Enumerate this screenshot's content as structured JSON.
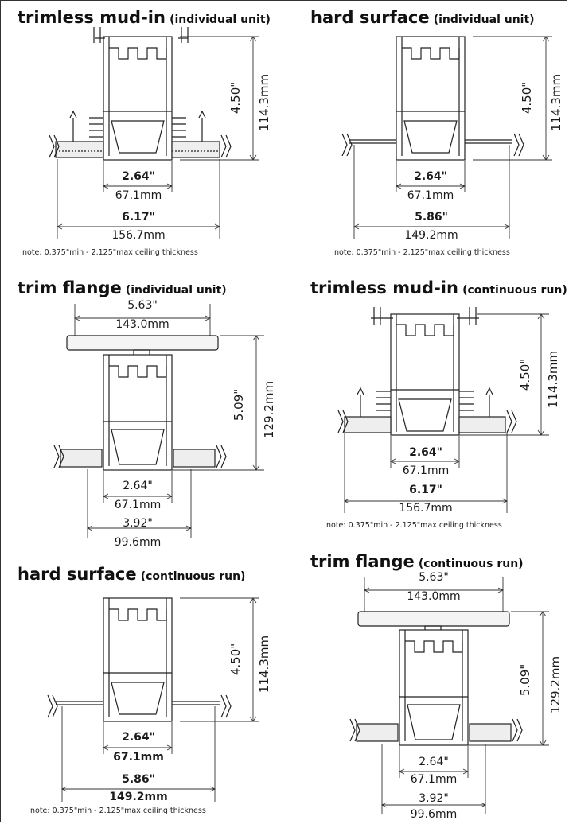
{
  "panels": [
    {
      "id": "p1",
      "title_main": "trimless mud-in",
      "title_sub": "(individual unit)",
      "height_in": "4.50\"",
      "height_mm": "114.3mm",
      "inner_in": "2.64\"",
      "inner_mm": "67.1mm",
      "outer_in": "6.17\"",
      "outer_mm": "156.7mm",
      "note": "note: 0.375\"min - 2.125\"max ceiling thickness"
    },
    {
      "id": "p2",
      "title_main": "hard surface",
      "title_sub": "(individual unit)",
      "height_in": "4.50\"",
      "height_mm": "114.3mm",
      "inner_in": "2.64\"",
      "inner_mm": "67.1mm",
      "outer_in": "5.86\"",
      "outer_mm": "149.2mm",
      "note": "note: 0.375\"min - 2.125\"max ceiling thickness"
    },
    {
      "id": "p3",
      "title_main": "trim flange",
      "title_sub": "(individual unit)",
      "flange_in": "5.63\"",
      "flange_mm": "143.0mm",
      "height_in": "5.09\"",
      "height_mm": "129.2mm",
      "inner_in": "2.64\"",
      "inner_mm": "67.1mm",
      "outer_in": "3.92\"",
      "outer_mm": "99.6mm"
    },
    {
      "id": "p4",
      "title_main": "trimless mud-in",
      "title_sub": "(continuous run)",
      "height_in": "4.50\"",
      "height_mm": "114.3mm",
      "inner_in": "2.64\"",
      "inner_mm": "67.1mm",
      "outer_in": "6.17\"",
      "outer_mm": "156.7mm",
      "note": "note: 0.375\"min - 2.125\"max ceiling thickness"
    },
    {
      "id": "p5",
      "title_main": "hard surface",
      "title_sub": "(continuous run)",
      "height_in": "4.50\"",
      "height_mm": "114.3mm",
      "inner_in": "2.64\"",
      "inner_mm": "67.1mm",
      "outer_in": "5.86\"",
      "outer_mm": "149.2mm",
      "note": "note: 0.375\"min - 2.125\"max ceiling thickness"
    },
    {
      "id": "p6",
      "title_main": "trim flange",
      "title_sub": "(continuous run)",
      "flange_in": "5.63\"",
      "flange_mm": "143.0mm",
      "height_in": "5.09\"",
      "height_mm": "129.2mm",
      "inner_in": "2.64\"",
      "inner_mm": "67.1mm",
      "outer_in": "3.92\"",
      "outer_mm": "99.6mm"
    }
  ]
}
